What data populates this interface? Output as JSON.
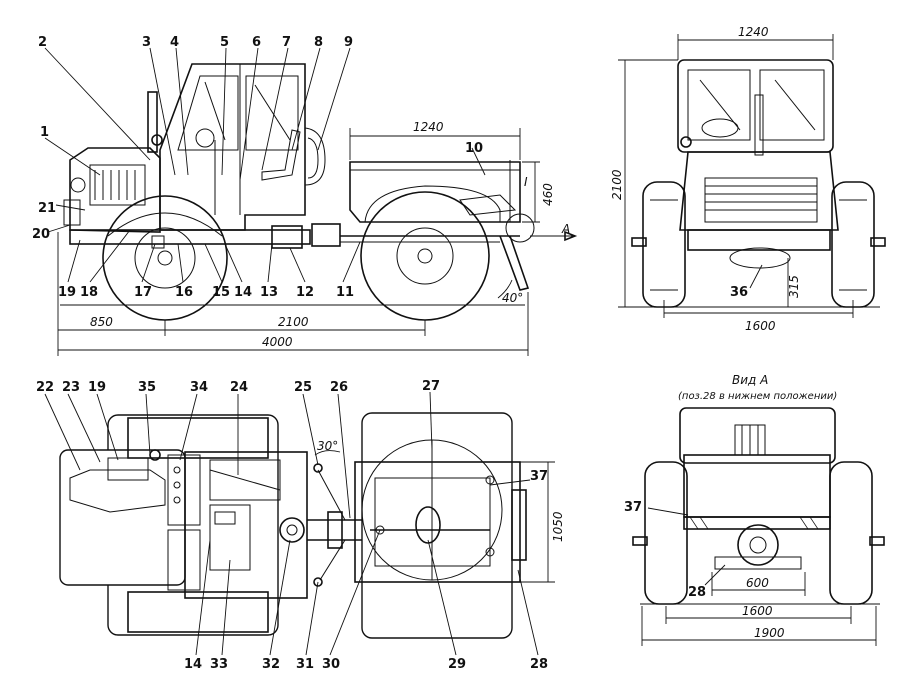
{
  "side_view": {
    "callouts": [
      "1",
      "2",
      "3",
      "4",
      "5",
      "6",
      "7",
      "8",
      "9",
      "10",
      "11",
      "12",
      "13",
      "14",
      "15",
      "16",
      "17",
      "18",
      "19",
      "20",
      "21"
    ],
    "dimensions": {
      "body_length": "1240",
      "body_height": "460",
      "front_overhang": "850",
      "wheelbase": "2100",
      "overall_length": "4000",
      "angle": "40°",
      "detail_mark": "I",
      "view_arrow": "A"
    }
  },
  "front_view": {
    "callouts": [
      "36"
    ],
    "dimensions": {
      "top_width": "1240",
      "height": "2100",
      "clearance": "315",
      "track": "1600"
    }
  },
  "top_view": {
    "callouts": [
      "22",
      "23",
      "19",
      "35",
      "34",
      "24",
      "25",
      "26",
      "27",
      "37",
      "14",
      "33",
      "32",
      "31",
      "30",
      "29",
      "28"
    ],
    "dimensions": {
      "angle": "30°",
      "body_width": "1050"
    }
  },
  "rear_view": {
    "caption": "Вид А",
    "caption_sub": "(поз.28 в нижнем положении)",
    "callouts": [
      "37",
      "28"
    ],
    "dimensions": {
      "inner": "600",
      "track": "1600",
      "overall_width": "1900"
    }
  }
}
